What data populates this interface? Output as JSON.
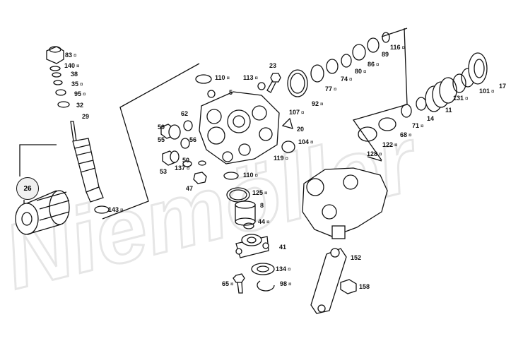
{
  "watermark": "Niemöller",
  "mark_symbol": "¤",
  "circle_label": "26",
  "callouts": [
    {
      "id": "83",
      "mark": true
    },
    {
      "id": "140",
      "mark": true
    },
    {
      "id": "38",
      "mark": false
    },
    {
      "id": "35",
      "mark": true
    },
    {
      "id": "95",
      "mark": true
    },
    {
      "id": "32",
      "mark": false
    },
    {
      "id": "29",
      "mark": false
    },
    {
      "id": "143",
      "mark": true
    },
    {
      "id": "110",
      "mark": true
    },
    {
      "id": "113",
      "mark": true
    },
    {
      "id": "23",
      "mark": false
    },
    {
      "id": "5",
      "mark": false
    },
    {
      "id": "62",
      "mark": false
    },
    {
      "id": "59",
      "mark": false
    },
    {
      "id": "55",
      "mark": false
    },
    {
      "id": "56",
      "mark": false
    },
    {
      "id": "53",
      "mark": false
    },
    {
      "id": "50",
      "mark": false
    },
    {
      "id": "137",
      "mark": true
    },
    {
      "id": "47",
      "mark": false
    },
    {
      "id": "110b",
      "label": "110",
      "mark": true
    },
    {
      "id": "125",
      "mark": true
    },
    {
      "id": "8",
      "mark": false
    },
    {
      "id": "44",
      "mark": true
    },
    {
      "id": "41",
      "mark": false
    },
    {
      "id": "134",
      "mark": true
    },
    {
      "id": "65",
      "mark": true
    },
    {
      "id": "98",
      "mark": true
    },
    {
      "id": "107",
      "mark": true
    },
    {
      "id": "92",
      "mark": true
    },
    {
      "id": "20",
      "mark": false
    },
    {
      "id": "104",
      "mark": true
    },
    {
      "id": "119",
      "mark": true
    },
    {
      "id": "77",
      "mark": true
    },
    {
      "id": "74",
      "mark": true
    },
    {
      "id": "80",
      "mark": true
    },
    {
      "id": "86",
      "mark": true
    },
    {
      "id": "89",
      "mark": false
    },
    {
      "id": "116",
      "mark": true
    },
    {
      "id": "101",
      "mark": true
    },
    {
      "id": "17",
      "mark": false
    },
    {
      "id": "131",
      "mark": true
    },
    {
      "id": "11",
      "mark": false
    },
    {
      "id": "14",
      "mark": false
    },
    {
      "id": "71",
      "mark": true
    },
    {
      "id": "68",
      "mark": true
    },
    {
      "id": "122",
      "mark": true
    },
    {
      "id": "128",
      "mark": true
    },
    {
      "id": "152",
      "mark": false
    },
    {
      "id": "158",
      "mark": false
    }
  ]
}
